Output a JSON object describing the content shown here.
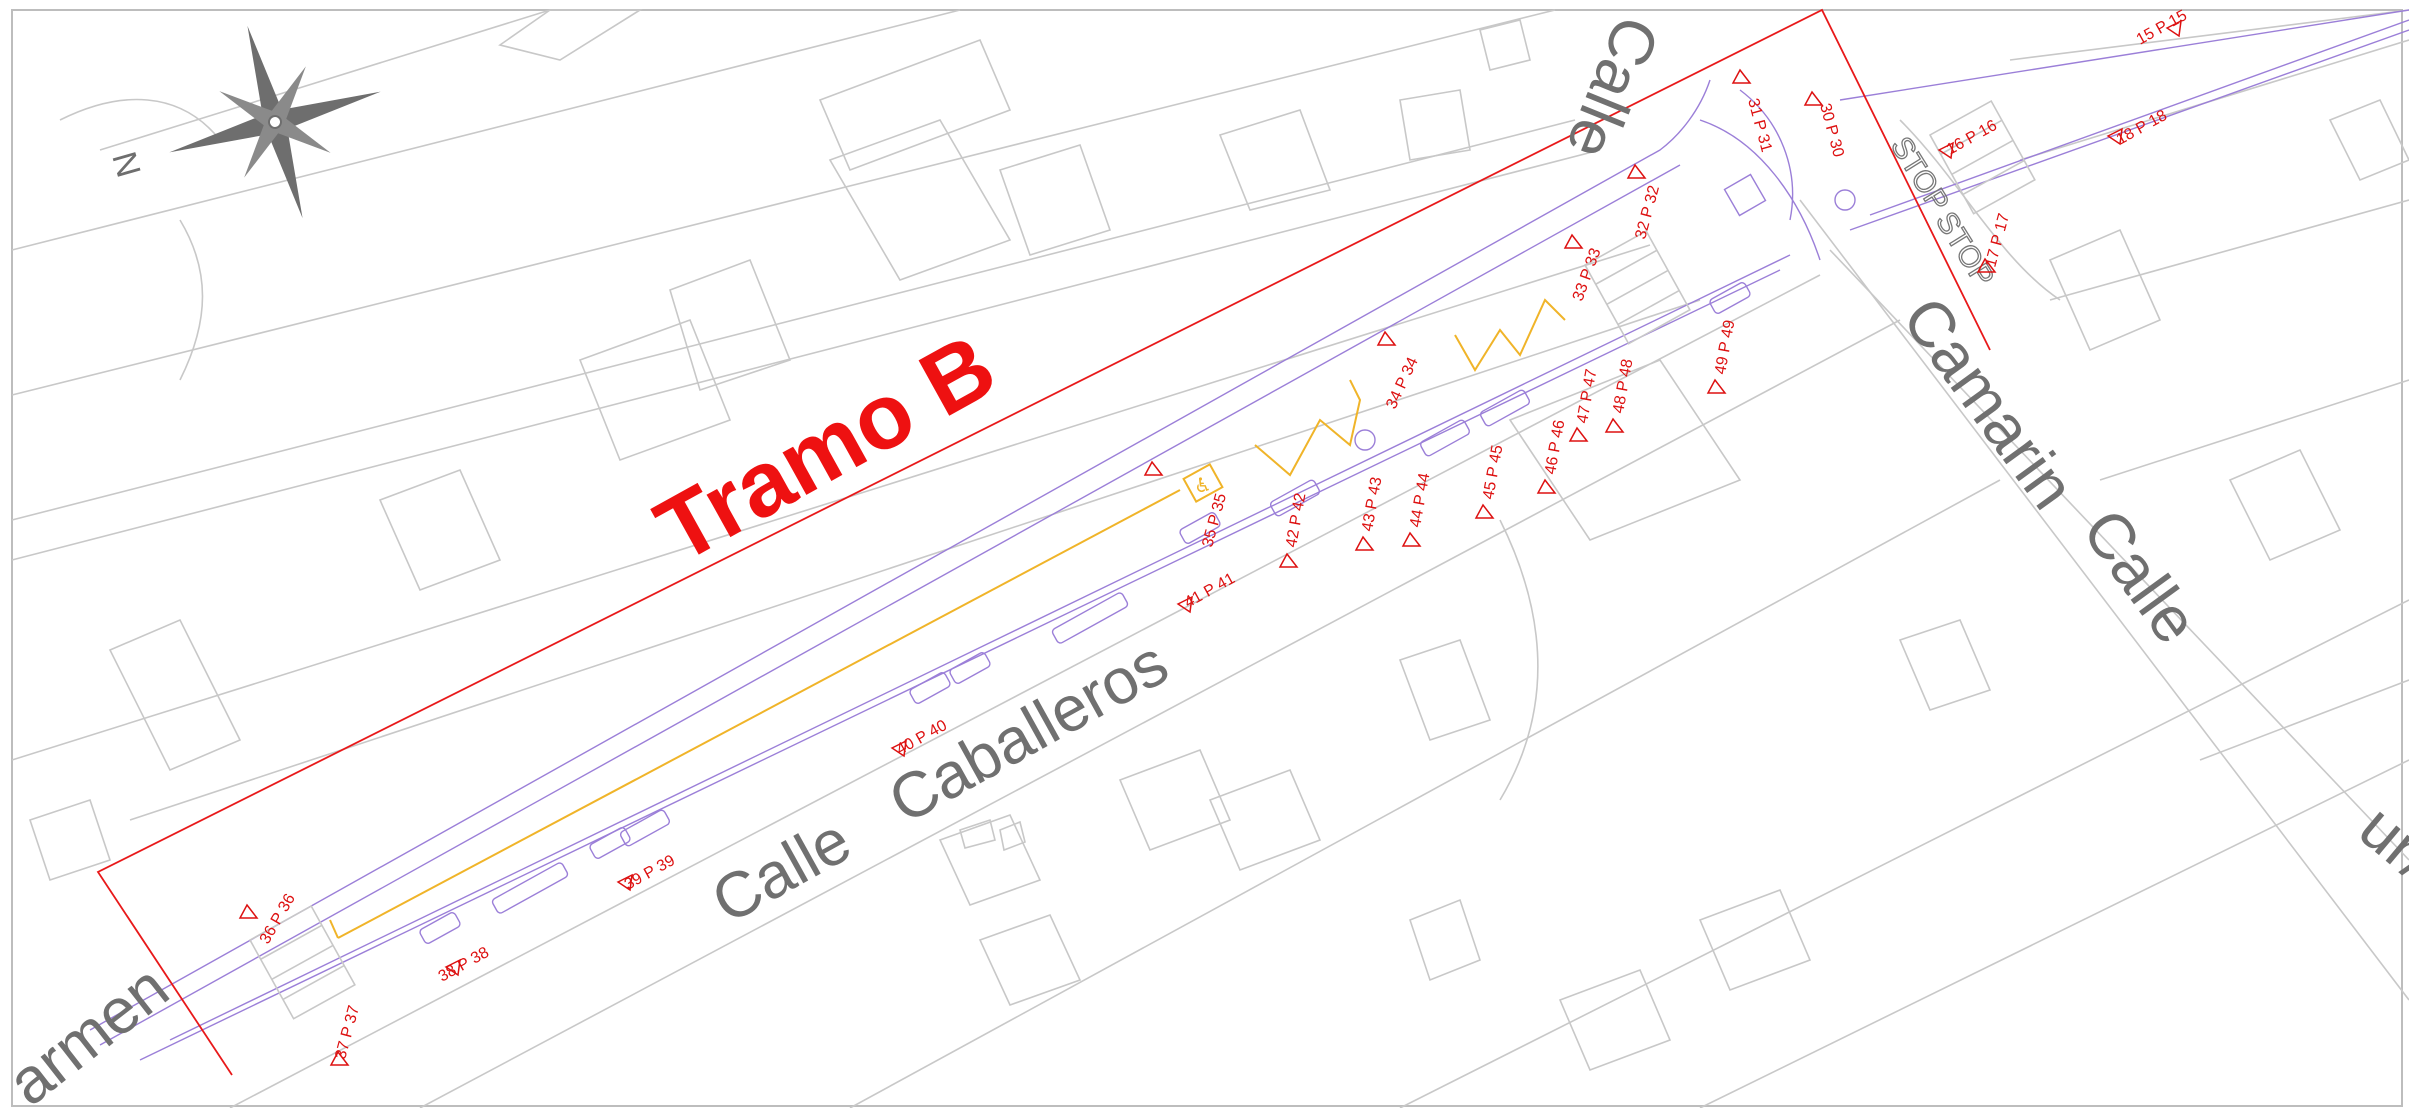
{
  "title": "Tramo B",
  "north_label": "N",
  "streets": {
    "caballeros_1": "Calle",
    "caballeros_2": "Caballeros",
    "camarin_1": "Calle",
    "camarin_2": "Camarin",
    "top_calle": "Calle",
    "carmen": "armen",
    "edge_right": "ur/r"
  },
  "stop_labels": [
    "STOP",
    "STOP"
  ],
  "points": {
    "p15": "15 P 15",
    "p16": "16 P 16",
    "p17": "17 P 17",
    "p18": "18 P 18",
    "p30": "30 P 30",
    "p31": "31 P 31",
    "p32": "32 P 32",
    "p33": "33 P 33",
    "p34": "34 P 34",
    "p35": "35 P 35",
    "p36": "36 P 36",
    "p37": "37 P 37",
    "p38": "38 P 38",
    "p39": "39 P 39",
    "p40": "40 P 40",
    "p41": "41 P 41",
    "p42": "42 P 42",
    "p43": "43 P 43",
    "p44": "44 P 44",
    "p45": "45 P 45",
    "p46": "46 P 46",
    "p47": "47 P 47",
    "p48": "48 P 48",
    "p49": "49 P 49"
  },
  "colors": {
    "title": "#ee1111",
    "survey_points": "#dd1111",
    "boundary": "#e8191a",
    "curbs": "#9b7fd8",
    "cable": "#f0b429",
    "buildings": "#c8c8c8",
    "street_labels": "#707070"
  },
  "icons": [
    "compass-rose-icon",
    "stop-sign-icon",
    "accessibility-icon"
  ]
}
